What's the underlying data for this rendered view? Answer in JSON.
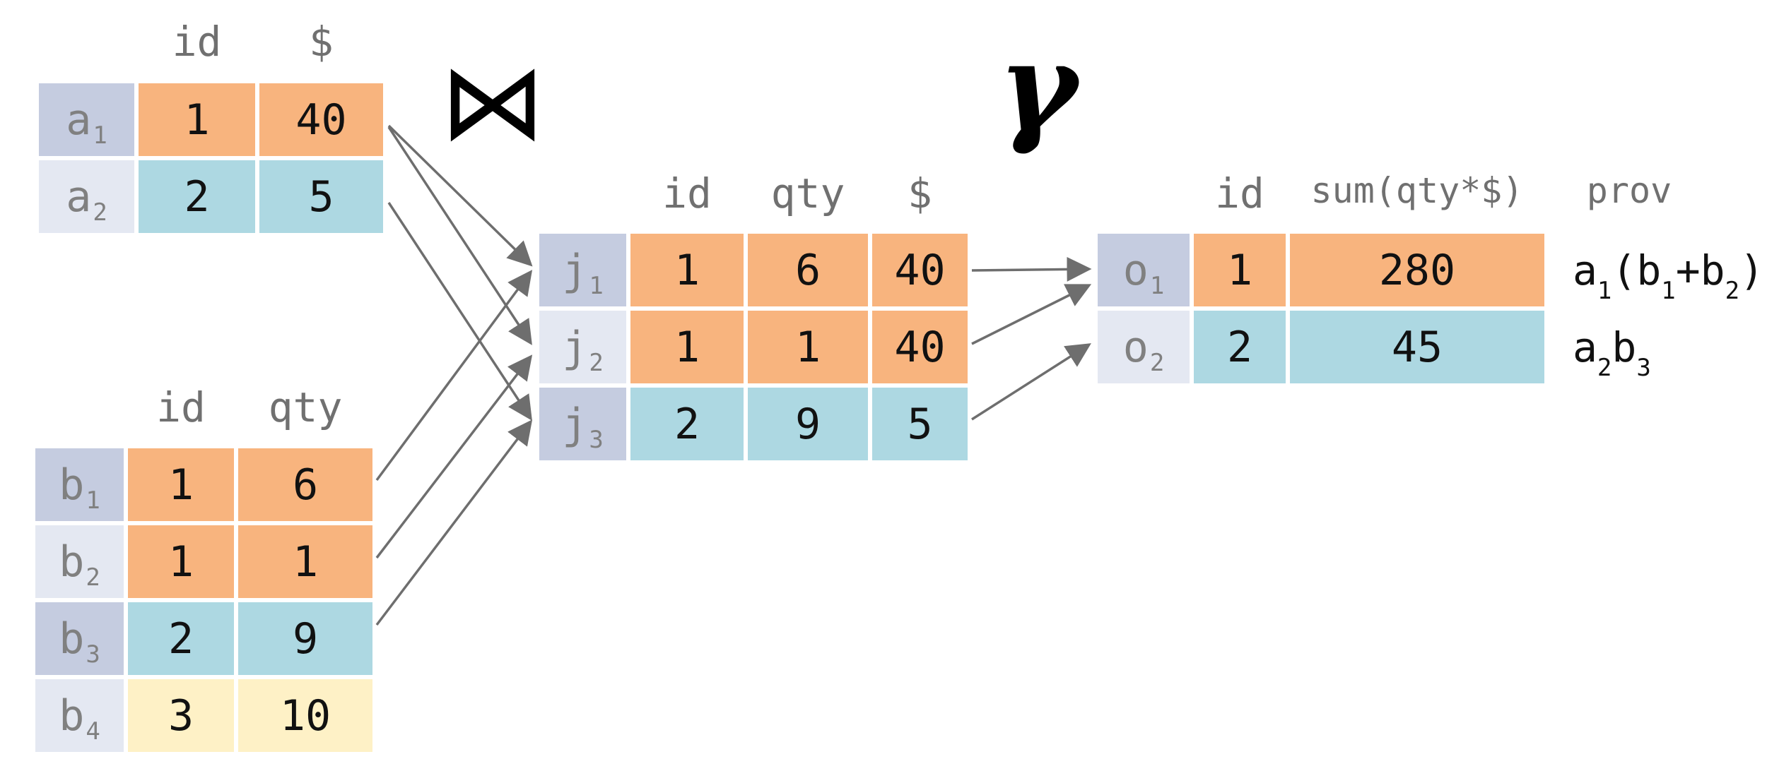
{
  "colors": {
    "orange": "#F8B47E",
    "blue": "#ADD8E2",
    "yellow": "#FEF1C6",
    "label_dark": "#C5CCE0",
    "label_light": "#E4E8F2",
    "arrow": "#6e6e6e"
  },
  "operators": {
    "join": "⋈",
    "group": "γ"
  },
  "table_a": {
    "headers": [
      "id",
      "$"
    ],
    "rows": [
      {
        "label": "a",
        "sub": "1",
        "cells": [
          "1",
          "40"
        ],
        "color": "orange"
      },
      {
        "label": "a",
        "sub": "2",
        "cells": [
          "2",
          "5"
        ],
        "color": "blue"
      }
    ]
  },
  "table_b": {
    "headers": [
      "id",
      "qty"
    ],
    "rows": [
      {
        "label": "b",
        "sub": "1",
        "cells": [
          "1",
          "6"
        ],
        "color": "orange"
      },
      {
        "label": "b",
        "sub": "2",
        "cells": [
          "1",
          "1"
        ],
        "color": "orange"
      },
      {
        "label": "b",
        "sub": "3",
        "cells": [
          "2",
          "9"
        ],
        "color": "blue"
      },
      {
        "label": "b",
        "sub": "4",
        "cells": [
          "3",
          "10"
        ],
        "color": "yellow"
      }
    ]
  },
  "table_j": {
    "headers": [
      "id",
      "qty",
      "$"
    ],
    "rows": [
      {
        "label": "j",
        "sub": "1",
        "cells": [
          "1",
          "6",
          "40"
        ],
        "color": "orange"
      },
      {
        "label": "j",
        "sub": "2",
        "cells": [
          "1",
          "1",
          "40"
        ],
        "color": "orange"
      },
      {
        "label": "j",
        "sub": "3",
        "cells": [
          "2",
          "9",
          "5"
        ],
        "color": "blue"
      }
    ]
  },
  "table_o": {
    "headers": [
      "id",
      "sum(qty*$)",
      "prov"
    ],
    "rows": [
      {
        "label": "o",
        "sub": "1",
        "cells": [
          "1",
          "280"
        ],
        "color": "orange",
        "prov": [
          [
            "a",
            "1"
          ],
          [
            "(b",
            "1"
          ],
          [
            "+b",
            "2"
          ],
          [
            ")",
            ""
          ]
        ]
      },
      {
        "label": "o",
        "sub": "2",
        "cells": [
          "2",
          "45"
        ],
        "color": "blue",
        "prov": [
          [
            "a",
            "2"
          ],
          [
            "b",
            "3"
          ]
        ]
      }
    ]
  }
}
